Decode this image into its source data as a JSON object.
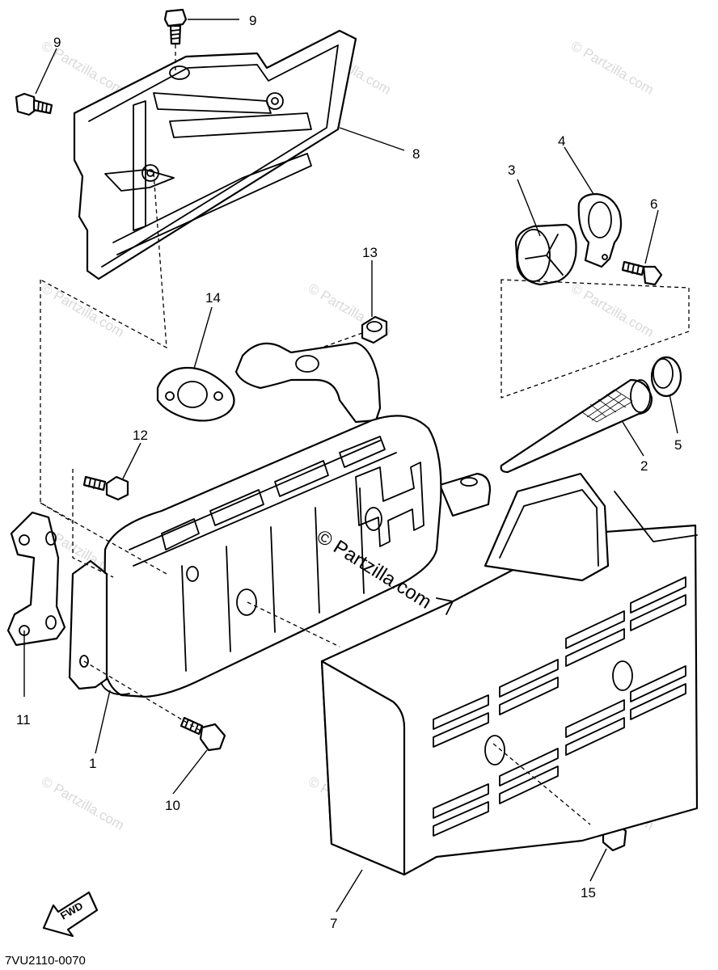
{
  "diagram": {
    "code": "7VU2110-0070",
    "fwd_label": "FWD",
    "watermark": "© Partzilla.com",
    "callouts": [
      "1",
      "2",
      "3",
      "4",
      "5",
      "6",
      "7",
      "8",
      "9",
      "9",
      "10",
      "11",
      "12",
      "13",
      "14",
      "15"
    ]
  }
}
